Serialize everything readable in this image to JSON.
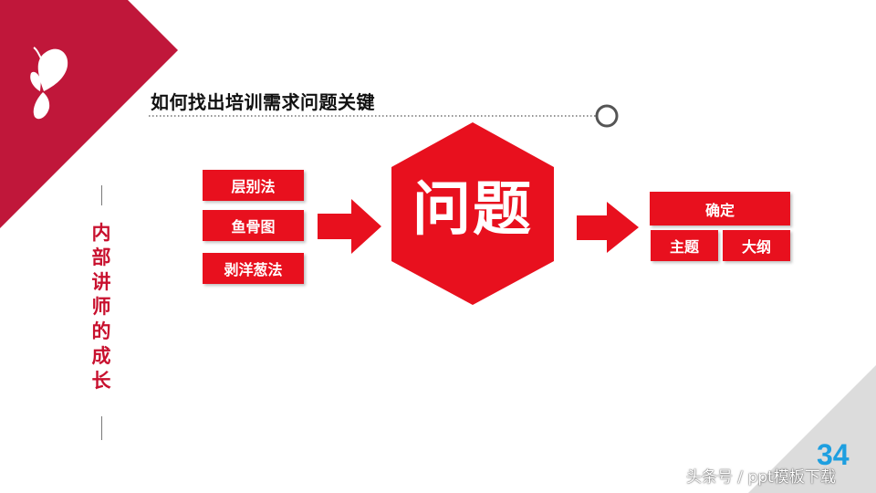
{
  "slide": {
    "title": "如何找出培训需求问题关键",
    "section_title_chars": [
      "内",
      "部",
      "讲",
      "师",
      "的",
      "成",
      "长"
    ],
    "methods": [
      "层别法",
      "鱼骨图",
      "剥洋葱法"
    ],
    "center_label": "问题",
    "outputs": {
      "top": "确定",
      "bottom_left": "主题",
      "bottom_right": "大纲"
    },
    "page_number": "34"
  },
  "watermark": "头条号 / ppt模板下载",
  "colors": {
    "accent_red": "#e8101e",
    "banner_red": "#c0173a",
    "corner_gray": "#dcdcdc",
    "page_number_blue": "#1e9fe0"
  },
  "icons": {
    "logo": "butterfly-icon",
    "arrows": "right-arrow-icon",
    "connector": "ring-icon"
  }
}
